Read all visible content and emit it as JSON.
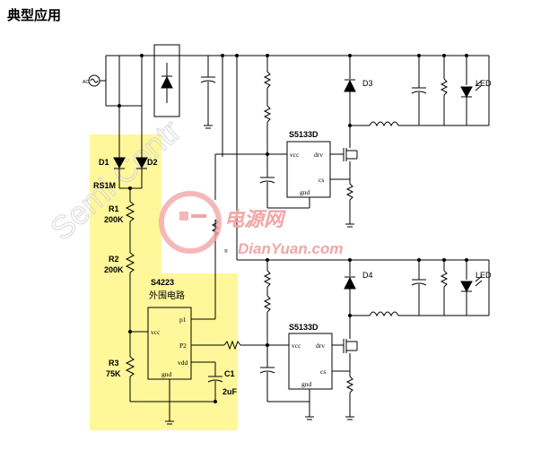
{
  "page": {
    "title": "典型应用"
  },
  "colors": {
    "highlight": "#fff799",
    "wire": "#000000",
    "watermark": "#f2a6a6",
    "watermark_grey": "#d8d8d8"
  },
  "labels": {
    "ac_source": "AC",
    "d1": "D1",
    "d2": "D2",
    "rs1m": "RS1M",
    "r1": "R1",
    "r1_val": "200K",
    "r2": "R2",
    "r2_val": "200K",
    "r3": "R3",
    "r3_val": "75K",
    "c1": "C1",
    "c1_val": "2uF",
    "s4223": "S4223",
    "s4223_sub": "外围电路",
    "s5133d_top": "S5133D",
    "s5133d_bottom": "S5133D",
    "d3": "D3",
    "d4": "D4",
    "led_top": "LED",
    "led_bottom": "LED"
  },
  "pins": {
    "s4223_vcc": "vcc",
    "s4223_p1": "p1",
    "s4223_p2": "P2",
    "s4223_vdd": "vdd",
    "s4223_gnd": "gnd",
    "top_vcc": "vcc",
    "top_drv": "drv",
    "top_cs": "cs",
    "top_gnd": "gnd",
    "bot_vcc": "vcc",
    "bot_drv": "drv",
    "bot_cs": "cs",
    "bot_gnd": "gnd"
  },
  "watermark": {
    "cn": "电源网",
    "en": "DianYuan.com",
    "semi": "Semi Contr",
    "reg": "®"
  }
}
